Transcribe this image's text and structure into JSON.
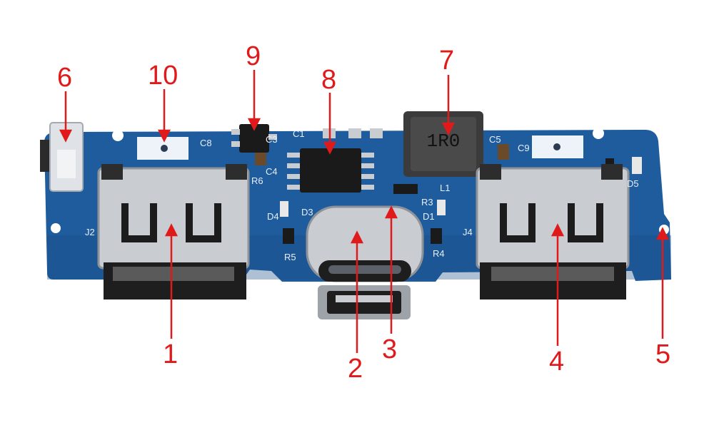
{
  "colors": {
    "pcb": "#1f5c9e",
    "pcb_dark": "#184a82",
    "metal": "#c9ccd1",
    "metal_dark": "#8e939a",
    "chip": "#1a1a1a",
    "label": "#e01a1a",
    "background": "#ffffff"
  },
  "callouts": [
    {
      "id": "1",
      "label": "1"
    },
    {
      "id": "2",
      "label": "2"
    },
    {
      "id": "3",
      "label": "3"
    },
    {
      "id": "4",
      "label": "4"
    },
    {
      "id": "5",
      "label": "5"
    },
    {
      "id": "6",
      "label": "6"
    },
    {
      "id": "7",
      "label": "7"
    },
    {
      "id": "8",
      "label": "8"
    },
    {
      "id": "9",
      "label": "9"
    },
    {
      "id": "10",
      "label": "10"
    }
  ],
  "markings": {
    "inductor": "1R0",
    "j2": "J2",
    "j4": "J4",
    "r5": "R5",
    "r4": "R4",
    "r3": "R3",
    "d4": "D4",
    "d3": "D3",
    "d1": "D1",
    "c8": "C8",
    "c3": "C3",
    "c1": "C1",
    "c4": "C4",
    "c5": "C5",
    "c9": "C9",
    "l1": "L1",
    "d5": "D5",
    "r6": "R6"
  },
  "icons": [
    "photo-pcb-board"
  ]
}
